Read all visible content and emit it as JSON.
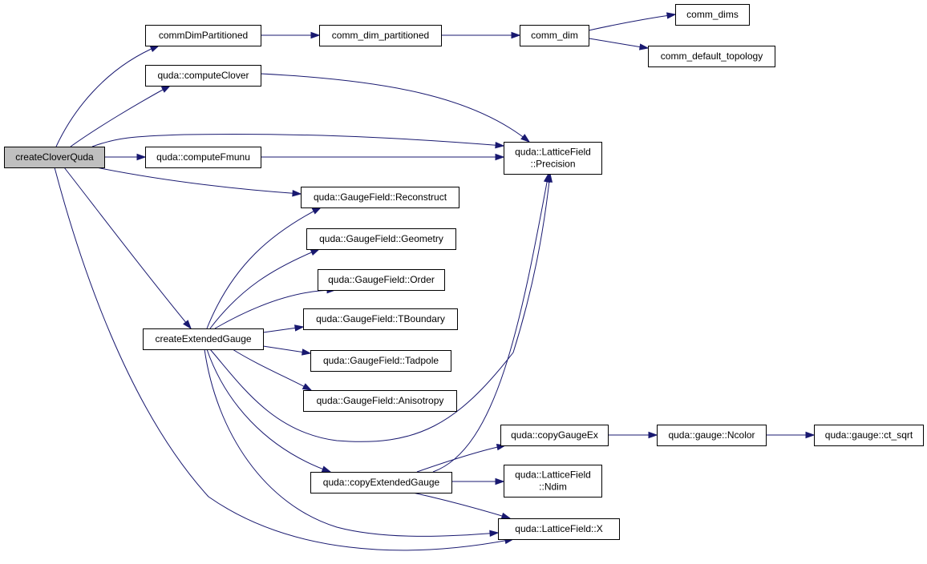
{
  "diagram": {
    "nodes": [
      {
        "id": "createCloverQuda",
        "lines": [
          "createCloverQuda"
        ],
        "root": true
      },
      {
        "id": "commDimPartitioned",
        "lines": [
          "commDimPartitioned"
        ]
      },
      {
        "id": "comm_dim_partitioned",
        "lines": [
          "comm_dim_partitioned"
        ]
      },
      {
        "id": "comm_dim",
        "lines": [
          "comm_dim"
        ]
      },
      {
        "id": "comm_dims",
        "lines": [
          "comm_dims"
        ]
      },
      {
        "id": "comm_default_topology",
        "lines": [
          "comm_default_topology"
        ]
      },
      {
        "id": "computeClover",
        "lines": [
          "quda::computeClover"
        ]
      },
      {
        "id": "computeFmunu",
        "lines": [
          "quda::computeFmunu"
        ]
      },
      {
        "id": "Precision",
        "lines": [
          "quda::LatticeField",
          "::Precision"
        ]
      },
      {
        "id": "Reconstruct",
        "lines": [
          "quda::GaugeField::Reconstruct"
        ]
      },
      {
        "id": "Geometry",
        "lines": [
          "quda::GaugeField::Geometry"
        ]
      },
      {
        "id": "Order",
        "lines": [
          "quda::GaugeField::Order"
        ]
      },
      {
        "id": "TBoundary",
        "lines": [
          "quda::GaugeField::TBoundary"
        ]
      },
      {
        "id": "Tadpole",
        "lines": [
          "quda::GaugeField::Tadpole"
        ]
      },
      {
        "id": "Anisotropy",
        "lines": [
          "quda::GaugeField::Anisotropy"
        ]
      },
      {
        "id": "createExtendedGauge",
        "lines": [
          "createExtendedGauge"
        ]
      },
      {
        "id": "copyGaugeEx",
        "lines": [
          "quda::copyGaugeEx"
        ]
      },
      {
        "id": "Ncolor",
        "lines": [
          "quda::gauge::Ncolor"
        ]
      },
      {
        "id": "ct_sqrt",
        "lines": [
          "quda::gauge::ct_sqrt"
        ]
      },
      {
        "id": "copyExtendedGauge",
        "lines": [
          "quda::copyExtendedGauge"
        ]
      },
      {
        "id": "Ndim",
        "lines": [
          "quda::LatticeField",
          "::Ndim"
        ]
      },
      {
        "id": "X",
        "lines": [
          "quda::LatticeField::X"
        ]
      }
    ],
    "edges": [
      {
        "from": "createCloverQuda",
        "to": "commDimPartitioned"
      },
      {
        "from": "createCloverQuda",
        "to": "computeClover"
      },
      {
        "from": "createCloverQuda",
        "to": "Precision"
      },
      {
        "from": "createCloverQuda",
        "to": "computeFmunu"
      },
      {
        "from": "createCloverQuda",
        "to": "Reconstruct"
      },
      {
        "from": "createCloverQuda",
        "to": "createExtendedGauge"
      },
      {
        "from": "createCloverQuda",
        "to": "X"
      },
      {
        "from": "commDimPartitioned",
        "to": "comm_dim_partitioned"
      },
      {
        "from": "comm_dim_partitioned",
        "to": "comm_dim"
      },
      {
        "from": "comm_dim",
        "to": "comm_dims"
      },
      {
        "from": "comm_dim",
        "to": "comm_default_topology"
      },
      {
        "from": "computeClover",
        "to": "Precision"
      },
      {
        "from": "computeFmunu",
        "to": "Precision"
      },
      {
        "from": "createExtendedGauge",
        "to": "Reconstruct"
      },
      {
        "from": "createExtendedGauge",
        "to": "Geometry"
      },
      {
        "from": "createExtendedGauge",
        "to": "Order"
      },
      {
        "from": "createExtendedGauge",
        "to": "TBoundary"
      },
      {
        "from": "createExtendedGauge",
        "to": "Tadpole"
      },
      {
        "from": "createExtendedGauge",
        "to": "Anisotropy"
      },
      {
        "from": "createExtendedGauge",
        "to": "Precision"
      },
      {
        "from": "createExtendedGauge",
        "to": "copyExtendedGauge"
      },
      {
        "from": "createExtendedGauge",
        "to": "X"
      },
      {
        "from": "copyExtendedGauge",
        "to": "copyGaugeEx"
      },
      {
        "from": "copyExtendedGauge",
        "to": "Precision"
      },
      {
        "from": "copyExtendedGauge",
        "to": "Ndim"
      },
      {
        "from": "copyExtendedGauge",
        "to": "X"
      },
      {
        "from": "copyGaugeEx",
        "to": "Ncolor"
      },
      {
        "from": "Ncolor",
        "to": "ct_sqrt"
      }
    ],
    "colors": {
      "edge": "#191970",
      "node_border": "#000000",
      "node_fill": "#ffffff",
      "root_fill": "#bfbfbf",
      "text": "#000000"
    }
  }
}
